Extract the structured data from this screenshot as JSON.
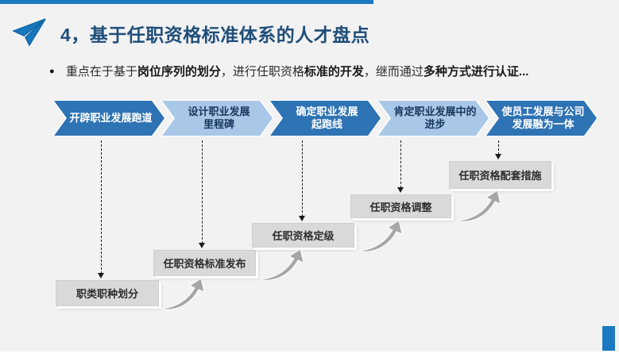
{
  "slide": {
    "title": "4，基于任职资格标准体系的人才盘点",
    "bullet": {
      "dot": "●",
      "segments": [
        {
          "text": "重点在于基于",
          "bold": false
        },
        {
          "text": "岗位序列的划分",
          "bold": true
        },
        {
          "text": "，进行任职资格",
          "bold": false
        },
        {
          "text": "标准的开发",
          "bold": true
        },
        {
          "text": "，继而通过",
          "bold": false
        },
        {
          "text": "多种方式进行认证...",
          "bold": true
        }
      ]
    }
  },
  "process": {
    "chevrons": [
      {
        "label": "开辟职业发展跑道",
        "variant": "dark"
      },
      {
        "label": "设计职业发展\n里程碑",
        "variant": "light"
      },
      {
        "label": "确定职业发展\n起跑线",
        "variant": "dark"
      },
      {
        "label": "肯定职业发展中的\n进步",
        "variant": "light"
      },
      {
        "label": "使员工发展与公司\n发展融为一体",
        "variant": "dark"
      }
    ],
    "stair_boxes": [
      {
        "label": "职类职种划分"
      },
      {
        "label": "任职资格标准发布"
      },
      {
        "label": "任职资格定级"
      },
      {
        "label": "任职资格调整"
      },
      {
        "label": "任职资格配套措施"
      }
    ]
  },
  "colors": {
    "accent_blue": "#1b79c1",
    "title_blue": "#1f4e79",
    "chevron_dark": "#2e73b4",
    "chevron_light": "#a9c7e7",
    "chevron_light_text": "#17375e",
    "box_gray": "#d9d9d9",
    "swoosh_gray": "#a6a6a6",
    "background": "#f2f2f3"
  }
}
